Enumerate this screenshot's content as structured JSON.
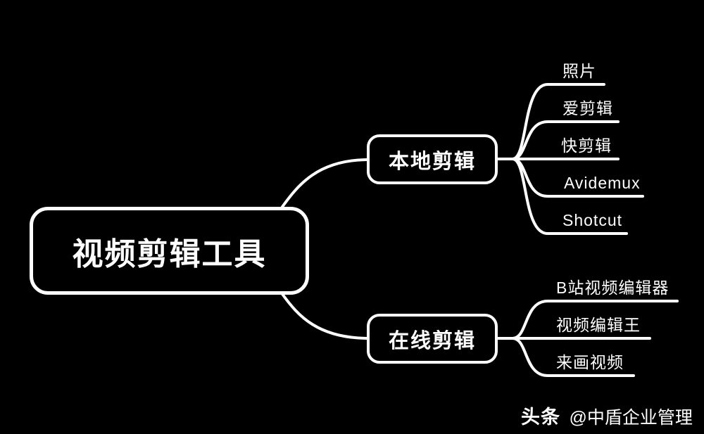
{
  "diagram": {
    "type": "mindmap",
    "root": {
      "label": "视频剪辑工具"
    },
    "branches": [
      {
        "label": "本地剪辑",
        "children": [
          "照片",
          "爱剪辑",
          "快剪辑",
          "Avidemux",
          "Shotcut"
        ]
      },
      {
        "label": "在线剪辑",
        "children": [
          "B站视频编辑器",
          "视频编辑王",
          "来画视频"
        ]
      }
    ]
  },
  "watermark": {
    "brand": "头条",
    "handle": "@中盾企业管理"
  },
  "colors": {
    "background": "#000000",
    "foreground": "#ffffff"
  }
}
